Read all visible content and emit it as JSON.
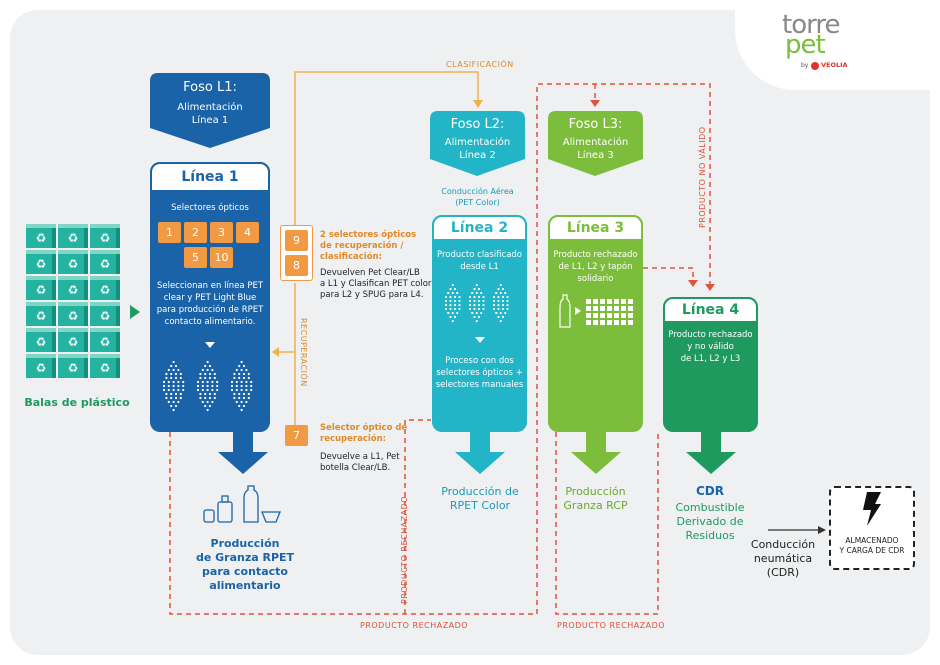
{
  "logo": {
    "brand_top": "torre",
    "brand_bottom": "pet",
    "by": "by",
    "partner": "VEOLIA"
  },
  "labels": {
    "clasificacion": "CLASIFICACIÓN",
    "recuperacion": "RECUPERACIÓN",
    "producto_no_valido": "PRODUCTO NO VÁLIDO",
    "producto_rechazado_v": "PRODUCTO RECHAZADO",
    "producto_rechazado_1": "PRODUCTO RECHAZADO",
    "producto_rechazado_2": "PRODUCTO RECHAZADO"
  },
  "balas": {
    "label": "Balas de plástico"
  },
  "foso_l1": {
    "title": "Foso L1:",
    "sub1": "Alimentación",
    "sub2": "Línea 1"
  },
  "foso_l2": {
    "title": "Foso L2:",
    "sub1": "Alimentación",
    "sub2": "Línea 2",
    "note1": "Conducción Aérea",
    "note2": "(PET Color)"
  },
  "foso_l3": {
    "title": "Foso L3:",
    "sub1": "Alimentación",
    "sub2": "Línea 3"
  },
  "linea1": {
    "title": "Línea 1",
    "selectores": "Selectores ópticos",
    "numbers": [
      "1",
      "2",
      "3",
      "4",
      "5",
      "10"
    ],
    "desc1": "Seleccionan en línea PET",
    "desc2": "clear y PET Light Blue",
    "desc3": "para producción de RPET",
    "desc4": "contacto alimentario."
  },
  "side": {
    "badge9": "9",
    "badge8": "8",
    "badge7": "7",
    "rec_title1": "2 selectores ópticos",
    "rec_title2": "de recuperación /",
    "rec_title3": "clasificación:",
    "rec_desc1": "Devuelven Pet Clear/LB",
    "rec_desc2": "a L1  y Clasifican PET color",
    "rec_desc3": "para L2 y SPUG para L4.",
    "sel_title1": "Selector óptico de",
    "sel_title2": "recuperación:",
    "sel_desc1": "Devuelve a L1, Pet",
    "sel_desc2": "botella Clear/LB."
  },
  "linea2": {
    "title": "Línea 2",
    "desc1": "Producto clasificado",
    "desc2": "desde L1",
    "desc3": "Proceso con dos",
    "desc4": "selectores ópticos +",
    "desc5": "selectores manuales"
  },
  "linea3": {
    "title": "Línea 3",
    "desc1": "Producto rechazado",
    "desc2": "de L1, L2 y tapón",
    "desc3": "solidario"
  },
  "linea4": {
    "title": "Línea 4",
    "desc1": "Producto rechazado",
    "desc2": "y no válido",
    "desc3": "de L1, L2 y L3"
  },
  "outputs": {
    "l1_1": "Producción",
    "l1_2": "de Granza RPET",
    "l1_3": "para contacto",
    "l1_4": "alimentario",
    "l2_1": "Producción de",
    "l2_2": "RPET Color",
    "l3_1": "Producción",
    "l3_2": "Granza RCP",
    "cdr_title": "CDR",
    "cdr_1": "Combustible",
    "cdr_2": "Derivado de",
    "cdr_3": "Residuos",
    "cond_1": "Conducción",
    "cond_2": "neumática",
    "cond_3": "(CDR)",
    "alm_1": "ALMACENADO",
    "alm_2": "Y CARGA DE CDR"
  },
  "colors": {
    "navy": "#1b63a8",
    "teal": "#22b5c8",
    "green": "#7cbd3b",
    "dkgreen": "#1e9a5f",
    "orange": "#f29a43",
    "red": "#e0523a"
  }
}
